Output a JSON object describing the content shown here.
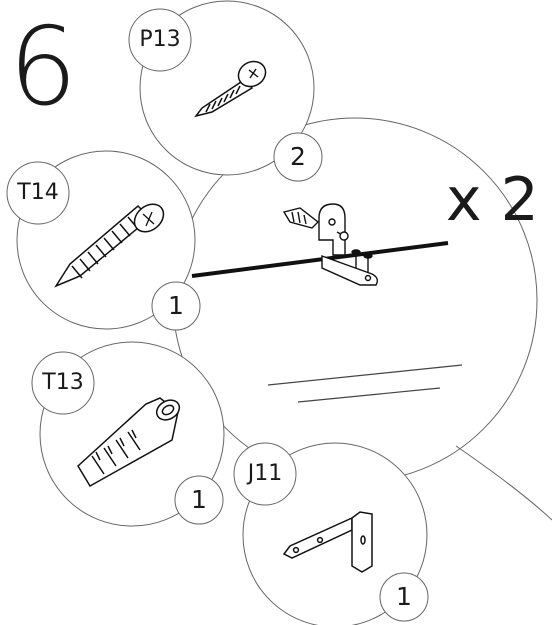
{
  "step_number": "6",
  "multiplier": "x 2",
  "parts": [
    {
      "code": "P13",
      "quantity": "2",
      "icon": "pan-head-screw-icon"
    },
    {
      "code": "T14",
      "quantity": "1",
      "icon": "countersunk-wood-screw-icon"
    },
    {
      "code": "T13",
      "quantity": "1",
      "icon": "wall-plug-icon"
    },
    {
      "code": "J11",
      "quantity": "1",
      "icon": "angle-bracket-icon"
    }
  ],
  "colors": {
    "line": "#1a1a1a",
    "circle_stroke": "#555555",
    "background": "#ffffff"
  }
}
